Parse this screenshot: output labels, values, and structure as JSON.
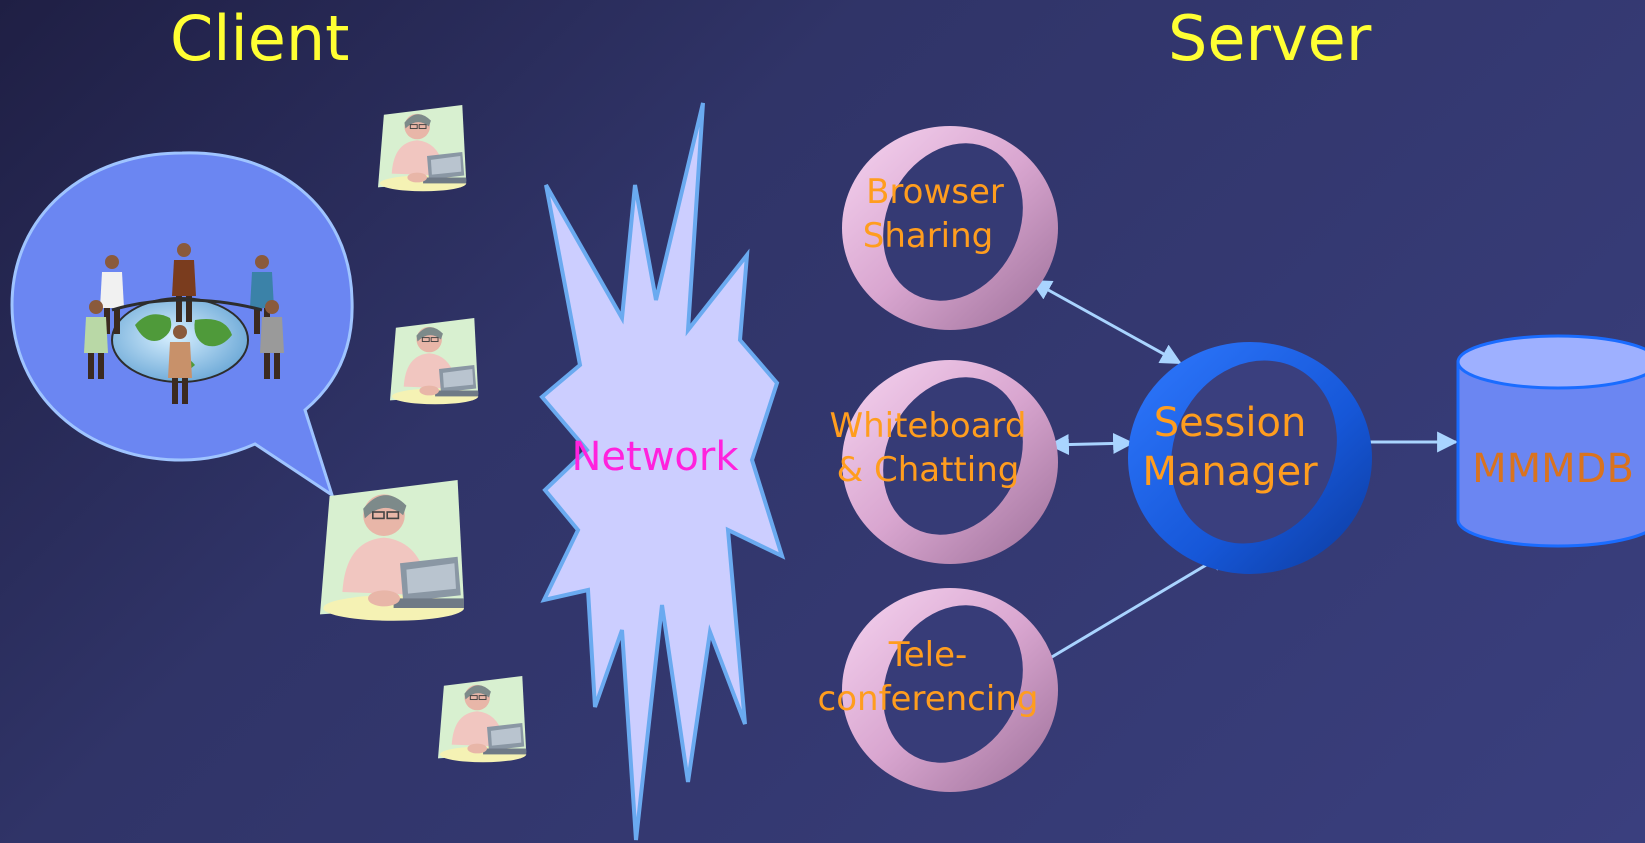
{
  "titles": {
    "client": "Client",
    "server": "Server"
  },
  "network": {
    "label": "Network"
  },
  "modules": [
    {
      "line1": "Browser",
      "line2": "Sharing"
    },
    {
      "line1": "Whiteboard",
      "line2": "& Chatting"
    },
    {
      "line1": "Tele-",
      "line2": "conferencing"
    }
  ],
  "session_manager": {
    "line1": "Session",
    "line2": "Manager"
  },
  "database": {
    "label": "MMMDB"
  },
  "icons": [
    "user-at-laptop-icon",
    "people-around-globe-icon"
  ],
  "colors": {
    "title": "#ffff33",
    "module_text": "#ff9d1e",
    "network_text": "#ff22dd",
    "session_ring": "#1a5fe8",
    "module_ring": "#e8b8e0",
    "arrow": "#a9d4ff"
  }
}
